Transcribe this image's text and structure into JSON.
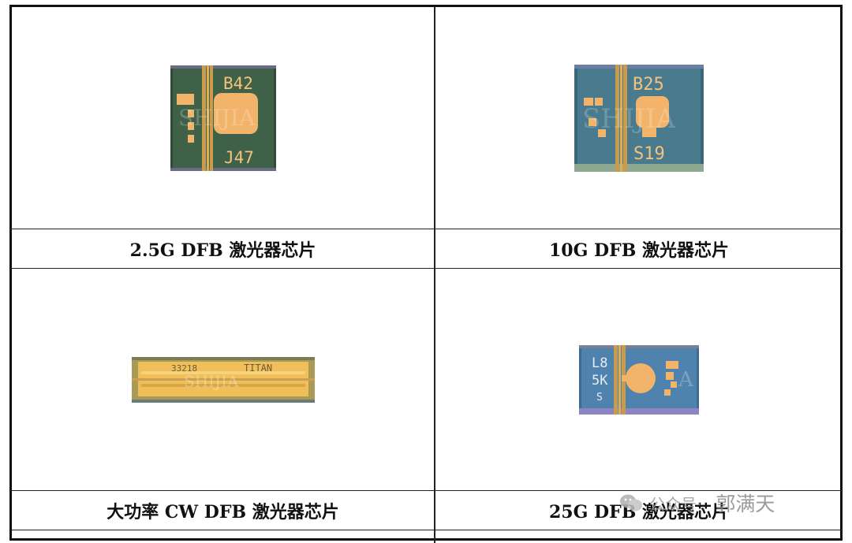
{
  "captions": [
    "2.5G DFB 激光器芯片",
    "10G DFB 激光器芯片",
    "大功率 CW DFB 激光器芯片",
    "25G DFB 激光器芯片"
  ],
  "chips": [
    {
      "top_code": "B42",
      "bottom_code": "J47",
      "watermark": "SHIJIA"
    },
    {
      "top_code": "B25",
      "bottom_code": "S19",
      "watermark": "SHIJIA"
    },
    {
      "marking_left": "33218",
      "marking_right": "TITAN",
      "watermark": "SHIJIA"
    },
    {
      "line1": "L8",
      "line2": "5K",
      "line3": "S",
      "watermark": "A"
    }
  ],
  "watermark": {
    "label": "公众号·",
    "name": "郭满天"
  }
}
